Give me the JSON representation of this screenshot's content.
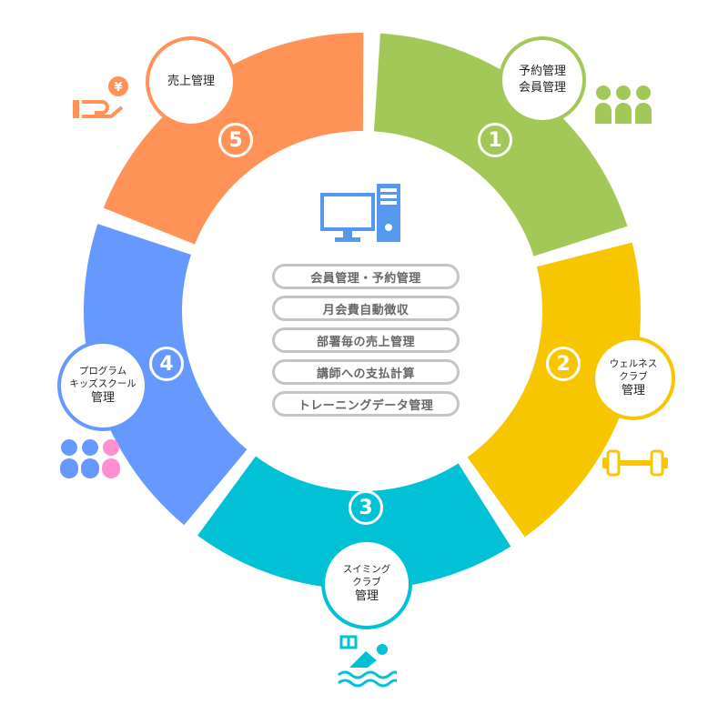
{
  "colors": {
    "seg1": "#a2c857",
    "seg2": "#f7c600",
    "seg3": "#00c1d6",
    "seg4": "#6699ff",
    "seg5": "#ff9257",
    "pink": "#ff8fd0",
    "pill_border": "#c4c4c4",
    "pill_text": "#666666"
  },
  "center": {
    "icon": "desktop-computer-icon",
    "features": [
      "会員管理・予約管理",
      "月会費自動徴収",
      "部署毎の売上管理",
      "講師への支払計算",
      "トレーニングデータ管理"
    ]
  },
  "segments": [
    {
      "number": "1",
      "lines": [
        "予約管理",
        "会員管理"
      ],
      "icon": "people-group-icon"
    },
    {
      "number": "2",
      "lines": [
        "ウェルネス",
        "クラブ",
        "管理"
      ],
      "icon": "dumbbell-icon"
    },
    {
      "number": "3",
      "lines": [
        "スイミング",
        "クラブ",
        "管理"
      ],
      "icon": "swimmer-icon"
    },
    {
      "number": "4",
      "lines": [
        "プログラム",
        "キッズスクール",
        "管理"
      ],
      "icon": "kids-group-icon"
    },
    {
      "number": "5",
      "lines": [
        "売上管理"
      ],
      "icon": "hand-yen-coin-icon"
    }
  ],
  "coin_symbol": "¥"
}
